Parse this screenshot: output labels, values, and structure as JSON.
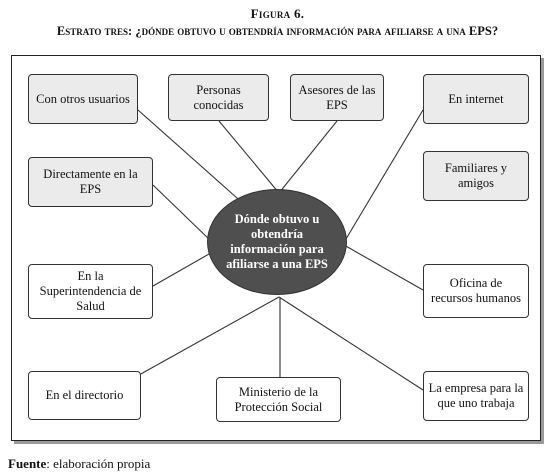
{
  "figure": {
    "title": "Figura 6.",
    "subtitle": "Estrato tres: ¿dónde obtuvo u obtendría información para afiliarse a una EPS?"
  },
  "center": {
    "label": "Dónde obtuvo u obtendría información para afiliarse a una EPS"
  },
  "nodes": [
    {
      "id": "otros-usuarios",
      "label": "Con otros usuarios"
    },
    {
      "id": "personas-conocidas",
      "label": "Personas conocidas"
    },
    {
      "id": "asesores-eps",
      "label": "Asesores de las EPS"
    },
    {
      "id": "internet",
      "label": "En internet"
    },
    {
      "id": "directamente-eps",
      "label": "Directamente en la EPS"
    },
    {
      "id": "familiares",
      "label": "Familiares y amigos"
    },
    {
      "id": "superintendencia",
      "label": "En la Superintendencia de Salud"
    },
    {
      "id": "recursos-humanos",
      "label": "Oficina de recursos humanos"
    },
    {
      "id": "directorio",
      "label": "En el directorio"
    },
    {
      "id": "ministerio",
      "label": "Ministerio de la Protección Social"
    },
    {
      "id": "empresa",
      "label": "La empresa para la que uno trabaja"
    }
  ],
  "source": {
    "label": "Fuente",
    "text": ": elaboración propia"
  }
}
